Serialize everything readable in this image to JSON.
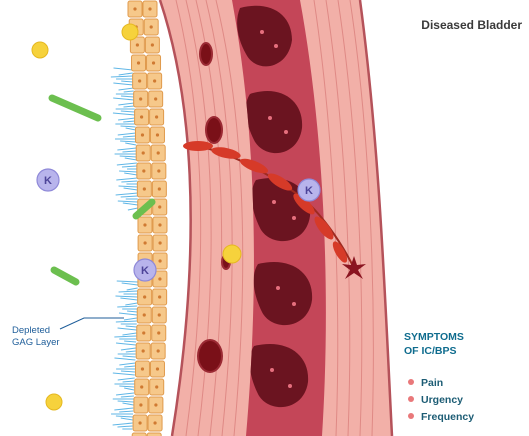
{
  "title": "Diseased Bladder",
  "gag_label": {
    "line1": "Depleted",
    "line2": "GAG Layer"
  },
  "ion_label": "K",
  "symptoms": {
    "title_line1": "SYMPTOMS",
    "title_line2": "OF IC/BPS",
    "items": [
      "Pain",
      "Urgency",
      "Frequency"
    ],
    "bullet_color": "#e9787a"
  },
  "colors": {
    "urothelium": "#f6c88a",
    "gag_fibers": "#5fb6e6",
    "muscle": "#c04050",
    "nerve": "#d63a28",
    "calcium_ion": "#f6d23c",
    "bacteria": "#6cbf4f",
    "potassium_ion": "#b8b4ec"
  }
}
